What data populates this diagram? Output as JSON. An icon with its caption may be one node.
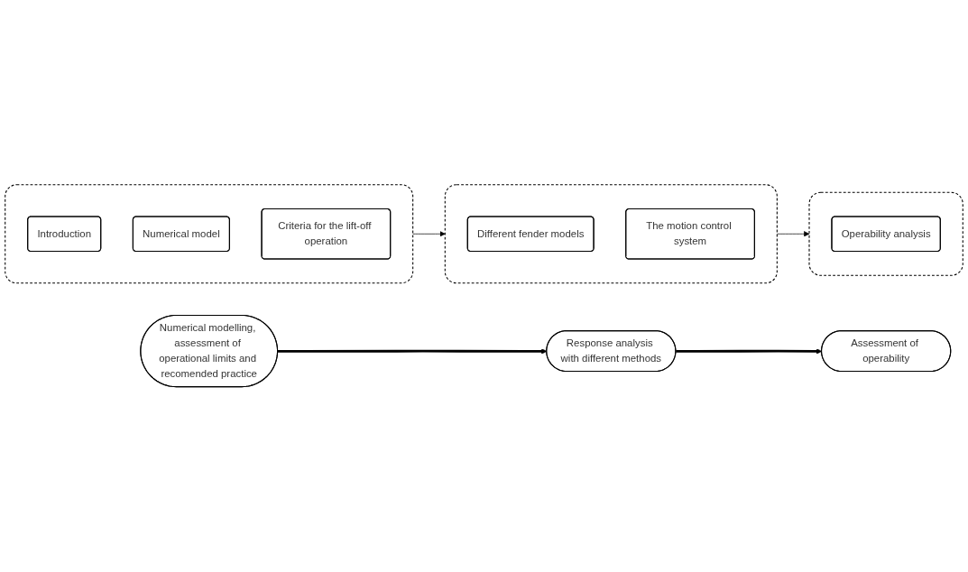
{
  "diagram": {
    "nodes": [
      {
        "text": [],
        "shape": "box"
      },
      {
        "text": [
          "Introduction"
        ],
        "in": 0
      },
      {
        "text": [
          "Numerical model"
        ],
        "in": 0
      },
      {
        "text": [
          "Criteria for the lift-off operation"
        ],
        "in": 0
      },
      {
        "text": [],
        "shape": "box"
      },
      {
        "text": [
          "Different fender models"
        ],
        "in": 4
      },
      {
        "text": [
          "The motion control system"
        ],
        "in": 4
      },
      {
        "text": [],
        "shape": "box"
      },
      {
        "text": [
          "Operability analysis"
        ],
        "in": 7
      },
      {
        "text": [
          "Numerical modelling, assessment of operational limits and recomended practice"
        ]
      },
      {
        "text": [
          "Response analysis with different methods"
        ]
      },
      {
        "text": [
          "Assessment of operability"
        ]
      }
    ],
    "edges": [
      {
        "from": 0,
        "to": 4,
        "arrow": "to"
      },
      {
        "from": 4,
        "to": 7,
        "arrow": "to"
      },
      {
        "from": 9,
        "to": 10,
        "arrow": "to",
        "style": "thick"
      },
      {
        "from": 10,
        "to": 11,
        "arrow": "to",
        "style": "thick"
      }
    ]
  }
}
